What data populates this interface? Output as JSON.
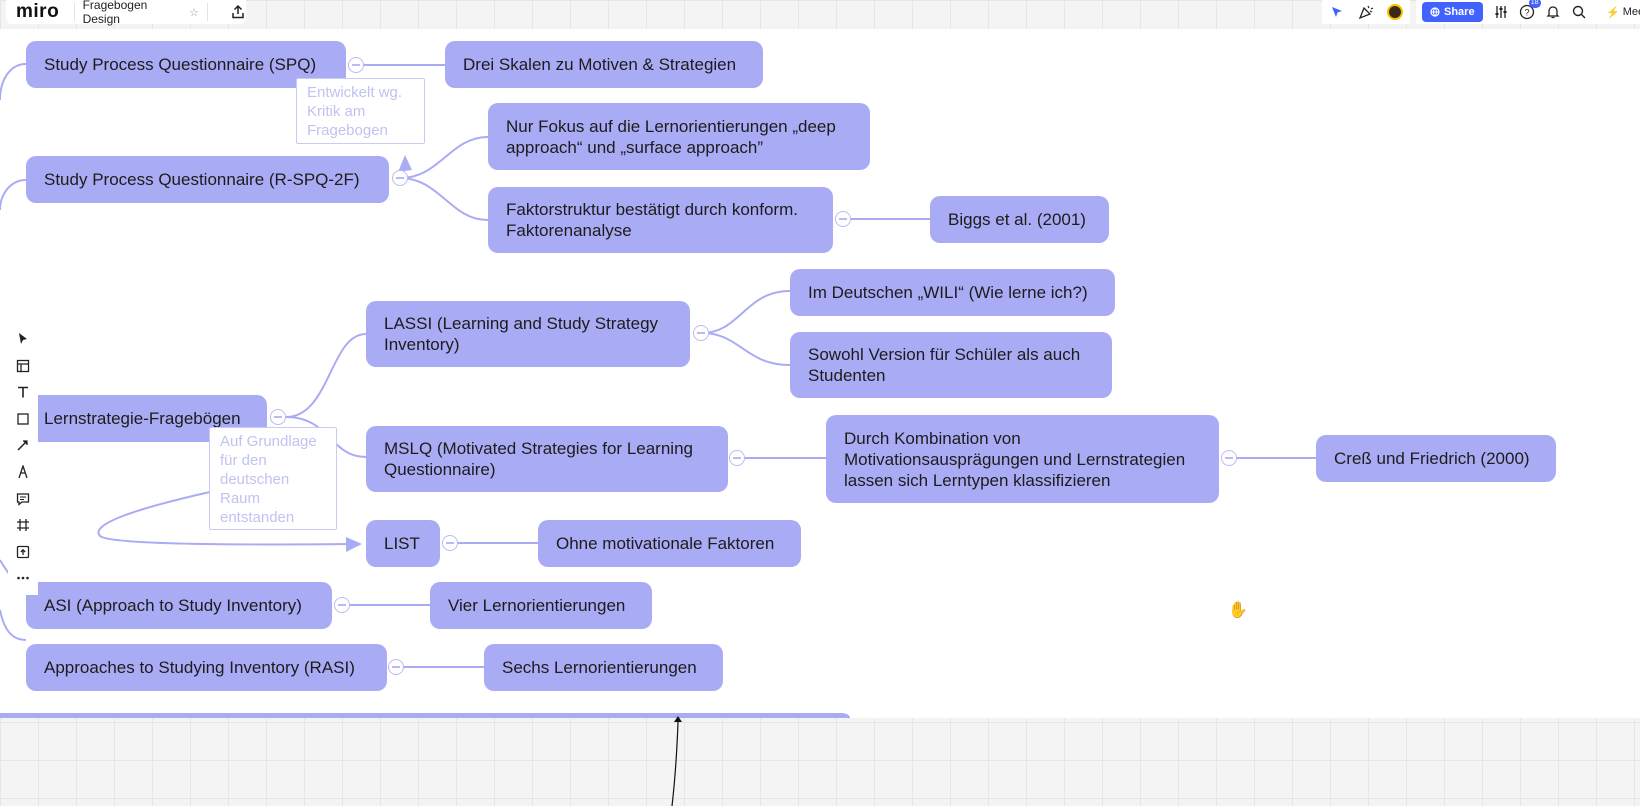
{
  "app": {
    "logo": "miro",
    "board_title": "Fragebogen Design"
  },
  "toolbar_right": {
    "share_label": "Share",
    "notifications_badge": "18",
    "far_label": "Mee"
  },
  "colors": {
    "node": "#aaabf5",
    "share": "#4262ff",
    "connector": "#aaabf5"
  },
  "mindmap": {
    "spq": "Study Process Questionnaire (SPQ)",
    "spq_child": "Drei Skalen zu Motiven & Strategien",
    "spq_note": "Entwickelt wg. Kritik am Fragebogen",
    "rspq": "Study Process Questionnaire (R-SPQ-2F)",
    "rspq_child1": "Nur Fokus auf die Lernorientierungen „deep approach“ und „surface approach”",
    "rspq_child2": "Faktorstruktur bestätigt durch konform. Faktorenanalyse",
    "rspq_child2_ref": "Biggs et al. (2001)",
    "lassi": "LASSI (Learning and Study Strategy Inventory)",
    "lassi_child1": "Im Deutschen „WILI“ (Wie lerne ich?)",
    "lassi_child2": "Sowohl Version für Schüler als auch Studenten",
    "lernstrategie": "Lernstrategie-Fragebögen",
    "lern_note": "Auf Grundlage für den deutschen Raum entstanden",
    "mslq": "MSLQ (Motivated Strategies for Learning Questionnaire)",
    "mslq_child": "Durch Kombination von Motivationsausprägungen und Lernstrategien lassen sich Lerntypen klassifizieren",
    "mslq_ref": "Creß und Friedrich (2000)",
    "list": "LIST",
    "list_child": "Ohne motivationale Faktoren",
    "asi": "ASI (Approach to Study Inventory)",
    "asi_child": "Vier Lernorientierungen",
    "rasi": "Approaches to Studying Inventory (RASI)",
    "rasi_child": "Sechs Lernorientierungen"
  }
}
